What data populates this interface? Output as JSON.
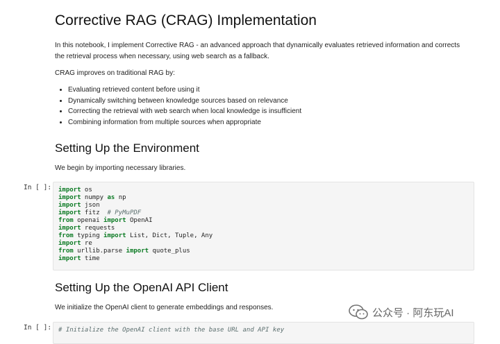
{
  "title": "Corrective RAG (CRAG) Implementation",
  "intro": "In this notebook, I implement Corrective RAG - an advanced approach that dynamically evaluates retrieved information and corrects the retrieval process when necessary, using web search as a fallback.",
  "improves_label": "CRAG improves on traditional RAG by:",
  "bullets": [
    "Evaluating retrieved content before using it",
    "Dynamically switching between knowledge sources based on relevance",
    "Correcting the retrieval with web search when local knowledge is insufficient",
    "Combining information from multiple sources when appropriate"
  ],
  "section1": {
    "heading": "Setting Up the Environment",
    "text": "We begin by importing necessary libraries."
  },
  "cell1": {
    "prompt": "In [ ]:",
    "lines": [
      [
        [
          "kw",
          "import"
        ],
        [
          "t",
          " os"
        ]
      ],
      [
        [
          "kw",
          "import"
        ],
        [
          "t",
          " numpy "
        ],
        [
          "kw",
          "as"
        ],
        [
          "t",
          " np"
        ]
      ],
      [
        [
          "kw",
          "import"
        ],
        [
          "t",
          " json"
        ]
      ],
      [
        [
          "kw",
          "import"
        ],
        [
          "t",
          " fitz  "
        ],
        [
          "cm",
          "# PyMuPDF"
        ]
      ],
      [
        [
          "kw",
          "from"
        ],
        [
          "t",
          " openai "
        ],
        [
          "kw",
          "import"
        ],
        [
          "t",
          " OpenAI"
        ]
      ],
      [
        [
          "kw",
          "import"
        ],
        [
          "t",
          " requests"
        ]
      ],
      [
        [
          "kw",
          "from"
        ],
        [
          "t",
          " typing "
        ],
        [
          "kw",
          "import"
        ],
        [
          "t",
          " List, Dict, Tuple, Any"
        ]
      ],
      [
        [
          "kw",
          "import"
        ],
        [
          "t",
          " re"
        ]
      ],
      [
        [
          "kw",
          "from"
        ],
        [
          "t",
          " urllib.parse "
        ],
        [
          "kw",
          "import"
        ],
        [
          "t",
          " quote_plus"
        ]
      ],
      [
        [
          "kw",
          "import"
        ],
        [
          "t",
          " time"
        ]
      ]
    ]
  },
  "section2": {
    "heading": "Setting Up the OpenAI API Client",
    "text": "We initialize the OpenAI client to generate embeddings and responses."
  },
  "cell2": {
    "prompt": "In [ ]:",
    "lines": [
      [
        [
          "cm",
          "# Initialize the OpenAI client with the base URL and API key"
        ]
      ]
    ]
  },
  "watermark": {
    "text": "公众号 · 阿东玩AI",
    "icon": "wechat-icon"
  }
}
